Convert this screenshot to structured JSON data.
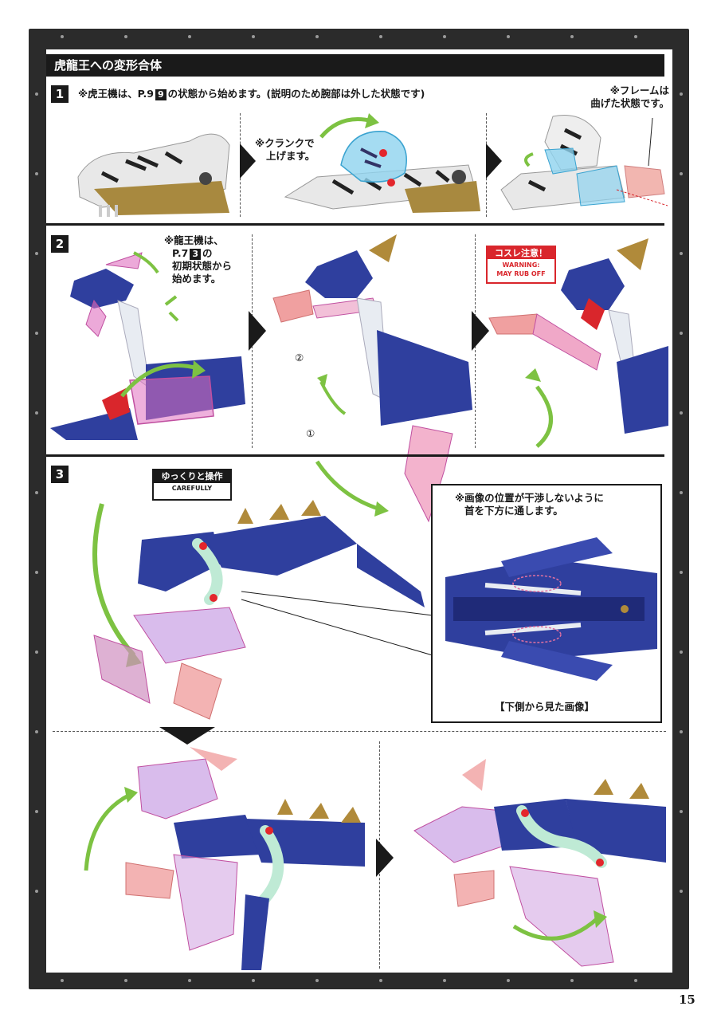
{
  "page": {
    "title": "虎龍王への変形合体",
    "page_number": "15"
  },
  "step1": {
    "number": "1",
    "note_prefix": "※虎王機は、P.9",
    "note_ref": "9",
    "note_suffix": "の状態から始めます。(説明のため腕部は外した状態です)",
    "crank_note_line1": "※クランクで",
    "crank_note_line2": "上げます。",
    "frame_note_line1": "※フレームは",
    "frame_note_line2": "曲げた状態です。"
  },
  "step2": {
    "number": "2",
    "note_line1": "※龍王機は、",
    "note_line2_prefix": "P.7",
    "note_ref": "3",
    "note_line2_suffix": "の",
    "note_line3": "初期状態から",
    "note_line4": "始めます。",
    "label_2": "②",
    "label_1": "①",
    "warning_jp": "コスレ注意！",
    "warning_en_line1": "WARNING:",
    "warning_en_line2": "MAY RUB OFF"
  },
  "step3": {
    "number": "3",
    "careful_jp": "ゆっくりと操作",
    "careful_en": "CAREFULLY",
    "inset_note_line1": "※画像の位置が干渉しないように",
    "inset_note_line2": "首を下方に通します。",
    "inset_caption": "【下側から見た画像】"
  },
  "colors": {
    "frame": "#2b2b2b",
    "title_bar": "#1a1a1a",
    "warning_red": "#d9262c",
    "arrow_green": "#7dc242",
    "robot_blue": "#2f3f9e",
    "gold": "#b08a3a",
    "highlight_pink": "#e070c0",
    "highlight_cyan": "#8fd3ef",
    "highlight_mint": "#bfead5"
  }
}
